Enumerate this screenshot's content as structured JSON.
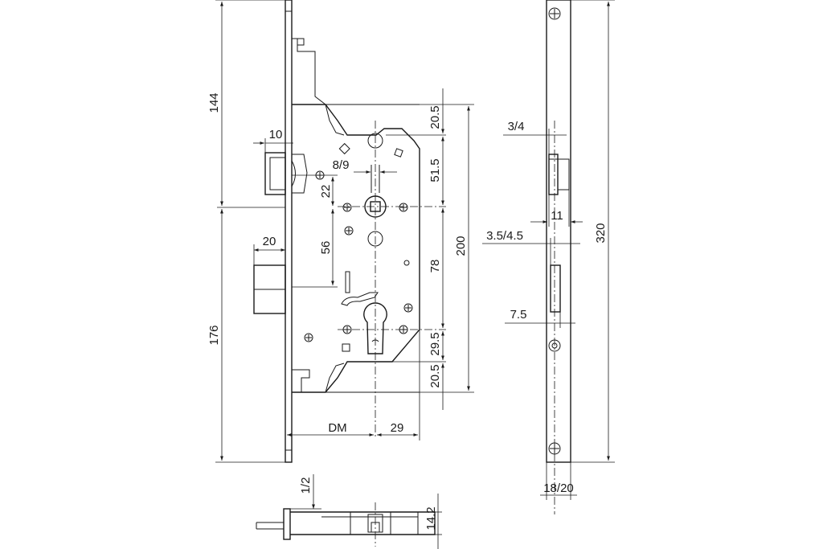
{
  "dimensions": {
    "d144": "144",
    "d176": "176",
    "d10": "10",
    "d20": "20",
    "d22": "22",
    "d56": "56",
    "d8_9": "8/9",
    "d20_5_top": "20.5",
    "d51_5": "51.5",
    "d78": "78",
    "d29_5": "29.5",
    "d20_5_bottom": "20.5",
    "d200": "200",
    "dDM": "DM",
    "d29": "29",
    "d3_4": "3/4",
    "d11": "11",
    "d3_5_4_5": "3.5/4.5",
    "d7_5": "7.5",
    "d320": "320",
    "d18_20": "18/20",
    "d1_2": "1/2",
    "d14_2": "14.2"
  }
}
